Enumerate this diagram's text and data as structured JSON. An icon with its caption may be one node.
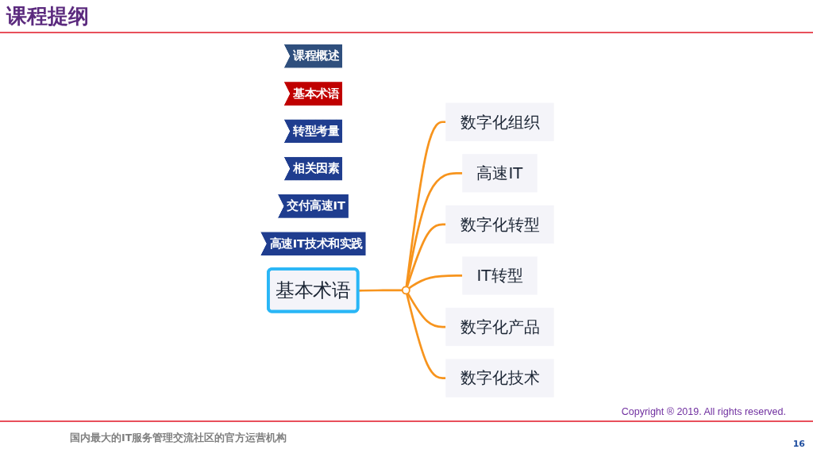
{
  "diagram": {
    "title": "课程提纲",
    "nodes": [
      {
        "text": [
          "课程概述"
        ]
      },
      {
        "text": [
          "基本术语"
        ]
      },
      {
        "text": [
          "转型考量"
        ]
      },
      {
        "text": [
          "相关因素"
        ]
      },
      {
        "text": [
          "交付高速IT"
        ]
      },
      {
        "text": [
          "高速IT技术和实践"
        ]
      },
      {
        "text": [
          "基本术语"
        ]
      },
      {
        "text": [],
        "shape": "circle"
      },
      {
        "text": [
          "数字化组织"
        ]
      },
      {
        "text": [
          "高速IT"
        ]
      },
      {
        "text": [
          "数字化转型"
        ]
      },
      {
        "text": [
          "IT转型"
        ]
      },
      {
        "text": [
          "数字化产品"
        ]
      },
      {
        "text": [
          "数字化技术"
        ]
      }
    ],
    "edges": [
      {
        "from": 6,
        "to": 7,
        "arrow": "none"
      },
      {
        "from": 7,
        "to": 8,
        "arrow": "none"
      },
      {
        "from": 7,
        "to": 9,
        "arrow": "none"
      },
      {
        "from": 7,
        "to": 10,
        "arrow": "none"
      },
      {
        "from": 7,
        "to": 11,
        "arrow": "none"
      },
      {
        "from": 7,
        "to": 12,
        "arrow": "none"
      },
      {
        "from": 7,
        "to": 13,
        "arrow": "none"
      }
    ],
    "labels": [
      "Copyright ® 2019. All rights reserved.",
      "国内最大的IT服务管理交流社区的官方运营机构",
      "16"
    ]
  }
}
